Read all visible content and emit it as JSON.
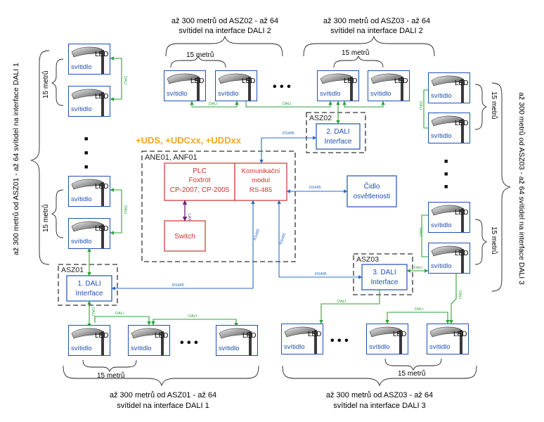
{
  "labels": {
    "led": "LED",
    "lamp": "svítidlo",
    "dali": "DALI",
    "rs485": "RS485",
    "lan": "LAN",
    "fifteen_m": "15 metrů",
    "dots_h": "• • •",
    "dots_v": "■"
  },
  "captions": {
    "asz02_line1": "až 300 metrů od ASZ02 - až 64",
    "asz02_line2": "svítidel na interface DALI 2",
    "asz03_top_line1": "až 300 metrů od ASZ03 - až 64",
    "asz03_top_line2": "svítidel na interface DALI 2",
    "asz01_bottom_line1": "až 300 metrů od ASZ01 - až 64",
    "asz01_bottom_line2": "svítidel na interface DALI 1",
    "asz03_bottom_line1": "až 300 metrů od ASZ03 - až 64",
    "asz03_bottom_line2": "svítidel na interface DALI 3",
    "left_vertical": "až 300 metrů od ASZ01 - až 64 svítidel na interface DALI 1",
    "right_vertical": "až 300 metrů od ASZ03 - až 64 svítidel na interface DALI 3"
  },
  "orange_text": "+UDS, +UDCxx, +UDDxx",
  "cabinets": {
    "ane01": "ANE01, ANF01",
    "asz01": "ASZ01",
    "asz02": "ASZ02",
    "asz03": "ASZ03"
  },
  "modules": {
    "plc_l1": "PLC",
    "plc_l2": "Foxtrot",
    "plc_l3": "CP-2007, CP-2005",
    "com_l1": "Komunikační",
    "com_l2": "modul",
    "com_l3": "RS-485",
    "switch": "Switch",
    "dali1_l1": "1. DALI",
    "dali1_l2": "Interface",
    "dali2_l1": "2. DALI",
    "dali2_l2": "Interface",
    "dali3_l1": "3. DALI",
    "dali3_l2": "Interface",
    "sensor_l1": "Čidlo",
    "sensor_l2": "osvětlenosti"
  },
  "colors": {
    "blue": "#1f4fb8",
    "red": "#d0312d",
    "green": "#2ea13a",
    "orange": "#f5a623",
    "purple": "#6d2177",
    "rs485_line": "#2b6cc4",
    "dashed": "#333333"
  }
}
